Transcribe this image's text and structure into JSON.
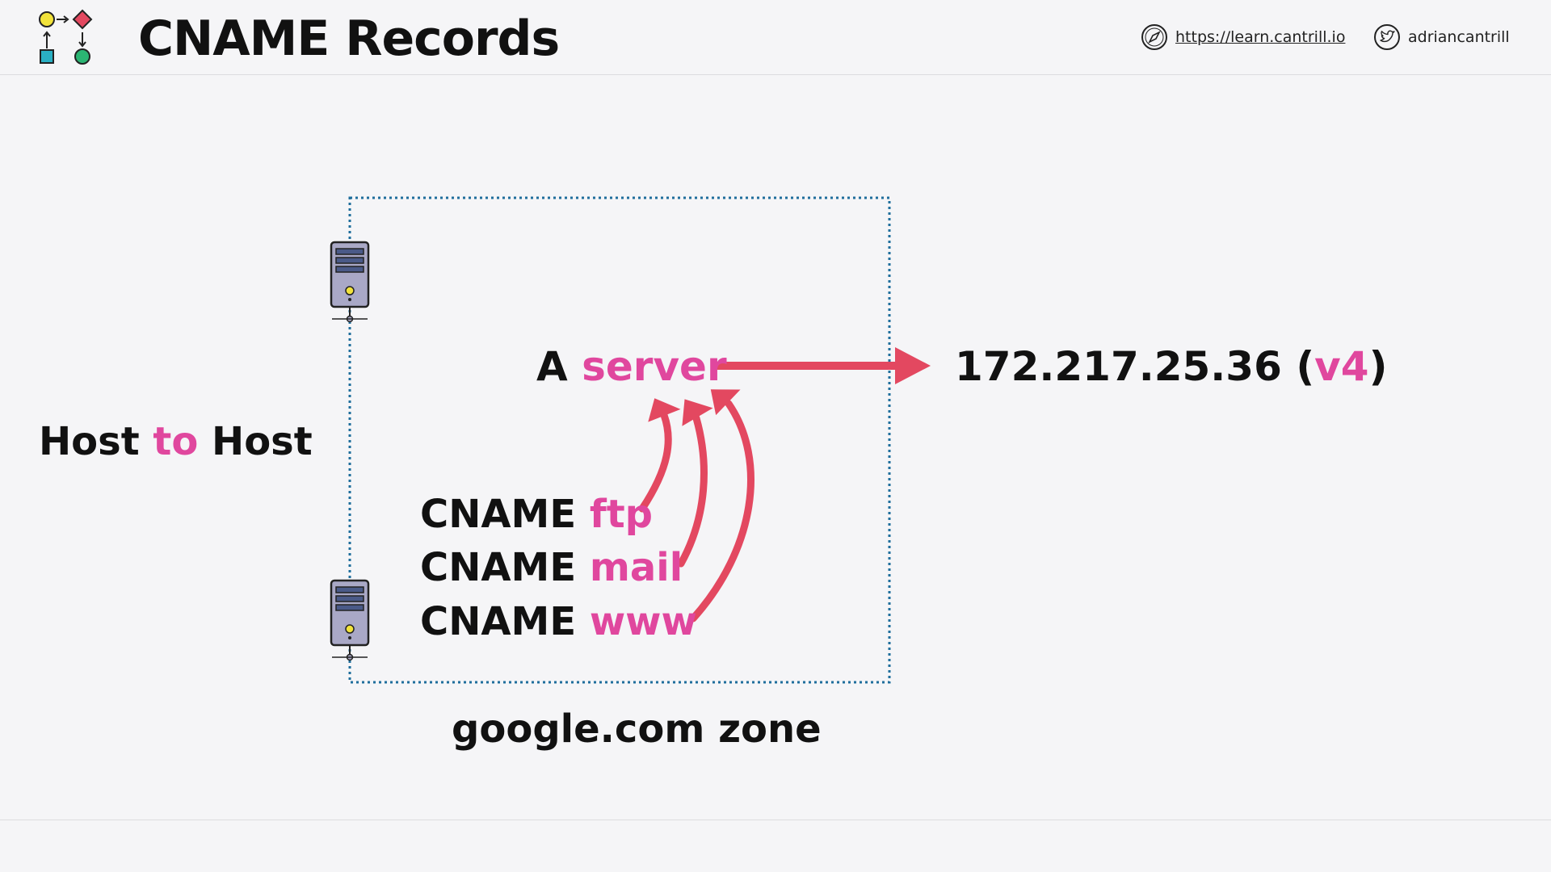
{
  "header": {
    "title": "CNAME Records",
    "link_text": "https://learn.cantrill.io",
    "twitter_handle": "adriancantrill"
  },
  "icons": {
    "logo": "flow-logo-icon",
    "link": "compass-icon",
    "twitter": "twitter-bird-icon",
    "server": "server-icon"
  },
  "diagram": {
    "side_label": {
      "part1": "Host",
      "part2": "to",
      "part3": "Host"
    },
    "a_record": {
      "type": "A",
      "name": "server"
    },
    "ip_address": {
      "value": "172.217.25.36",
      "open_paren": "(",
      "version": "v4",
      "close_paren": ")"
    },
    "cname_records": [
      {
        "type": "CNAME",
        "name": "ftp"
      },
      {
        "type": "CNAME",
        "name": "mail"
      },
      {
        "type": "CNAME",
        "name": "www"
      }
    ],
    "zone_label": "google.com zone"
  },
  "colors": {
    "accent_pink": "#e0479e",
    "arrow_red": "#e34860",
    "zone_border": "#1f6e9c",
    "text": "#111111",
    "background": "#f5f5f7"
  }
}
